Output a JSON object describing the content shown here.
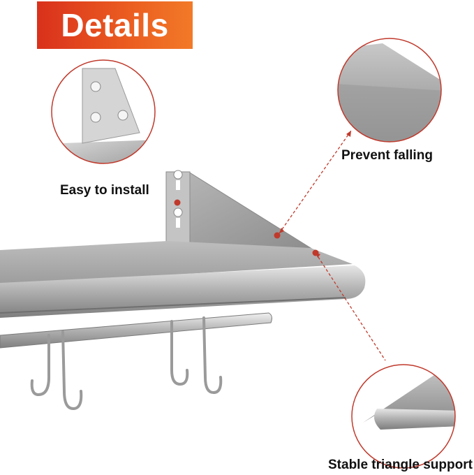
{
  "banner": {
    "title": "Details"
  },
  "callouts": [
    {
      "id": "install",
      "label": "Easy to install"
    },
    {
      "id": "prevent",
      "label": "Prevent falling"
    },
    {
      "id": "stable",
      "label": "Stable triangle support"
    }
  ],
  "colors": {
    "banner_left": "#d9311c",
    "banner_right": "#f27a28",
    "callout_ring": "#c0392b",
    "marker_dot": "#c0392b",
    "steel": "#a9a9a9"
  }
}
